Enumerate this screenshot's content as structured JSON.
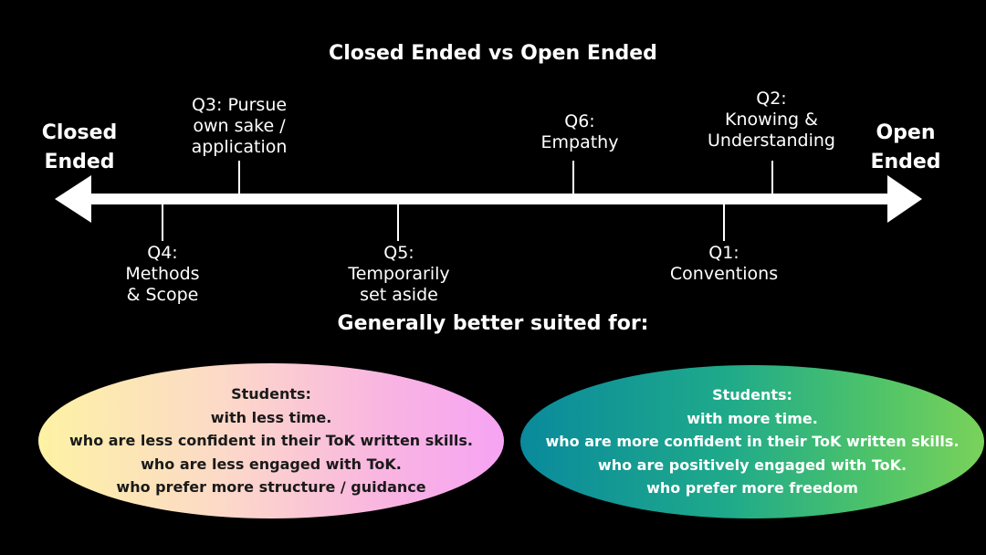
{
  "title": "Closed Ended vs Open Ended",
  "axis": {
    "left_label": [
      "Closed",
      "Ended"
    ],
    "right_label": [
      "Open",
      "Ended"
    ],
    "line_color": "#ffffff"
  },
  "questions_above": [
    {
      "id": "q3",
      "lines": [
        "Q3: Pursue",
        "own sake /",
        "application"
      ]
    },
    {
      "id": "q6",
      "lines": [
        "Q6:",
        "Empathy"
      ]
    },
    {
      "id": "q2",
      "lines": [
        "Q2:",
        "Knowing &",
        "Understanding"
      ]
    }
  ],
  "questions_below": [
    {
      "id": "q4",
      "lines": [
        "Q4:",
        "Methods",
        "& Scope"
      ]
    },
    {
      "id": "q5",
      "lines": [
        "Q5:",
        "Temporarily",
        "set aside"
      ]
    },
    {
      "id": "q1",
      "lines": [
        "Q1:",
        "Conventions"
      ]
    }
  ],
  "subtitle": "Generally better suited for:",
  "closed_group": {
    "lines": [
      "Students:",
      "with less time.",
      "who are less confident in their ToK written skills.",
      "who are less engaged with ToK.",
      "who prefer more structure / guidance"
    ],
    "gradient": [
      "#fdf2a4",
      "#f6a4f3"
    ]
  },
  "open_group": {
    "lines": [
      "Students:",
      "with more time.",
      "who are more confident in their ToK written skills.",
      "who are positively engaged with ToK.",
      "who prefer more freedom"
    ],
    "gradient": [
      "#0a8a9c",
      "#7ad25a"
    ]
  }
}
